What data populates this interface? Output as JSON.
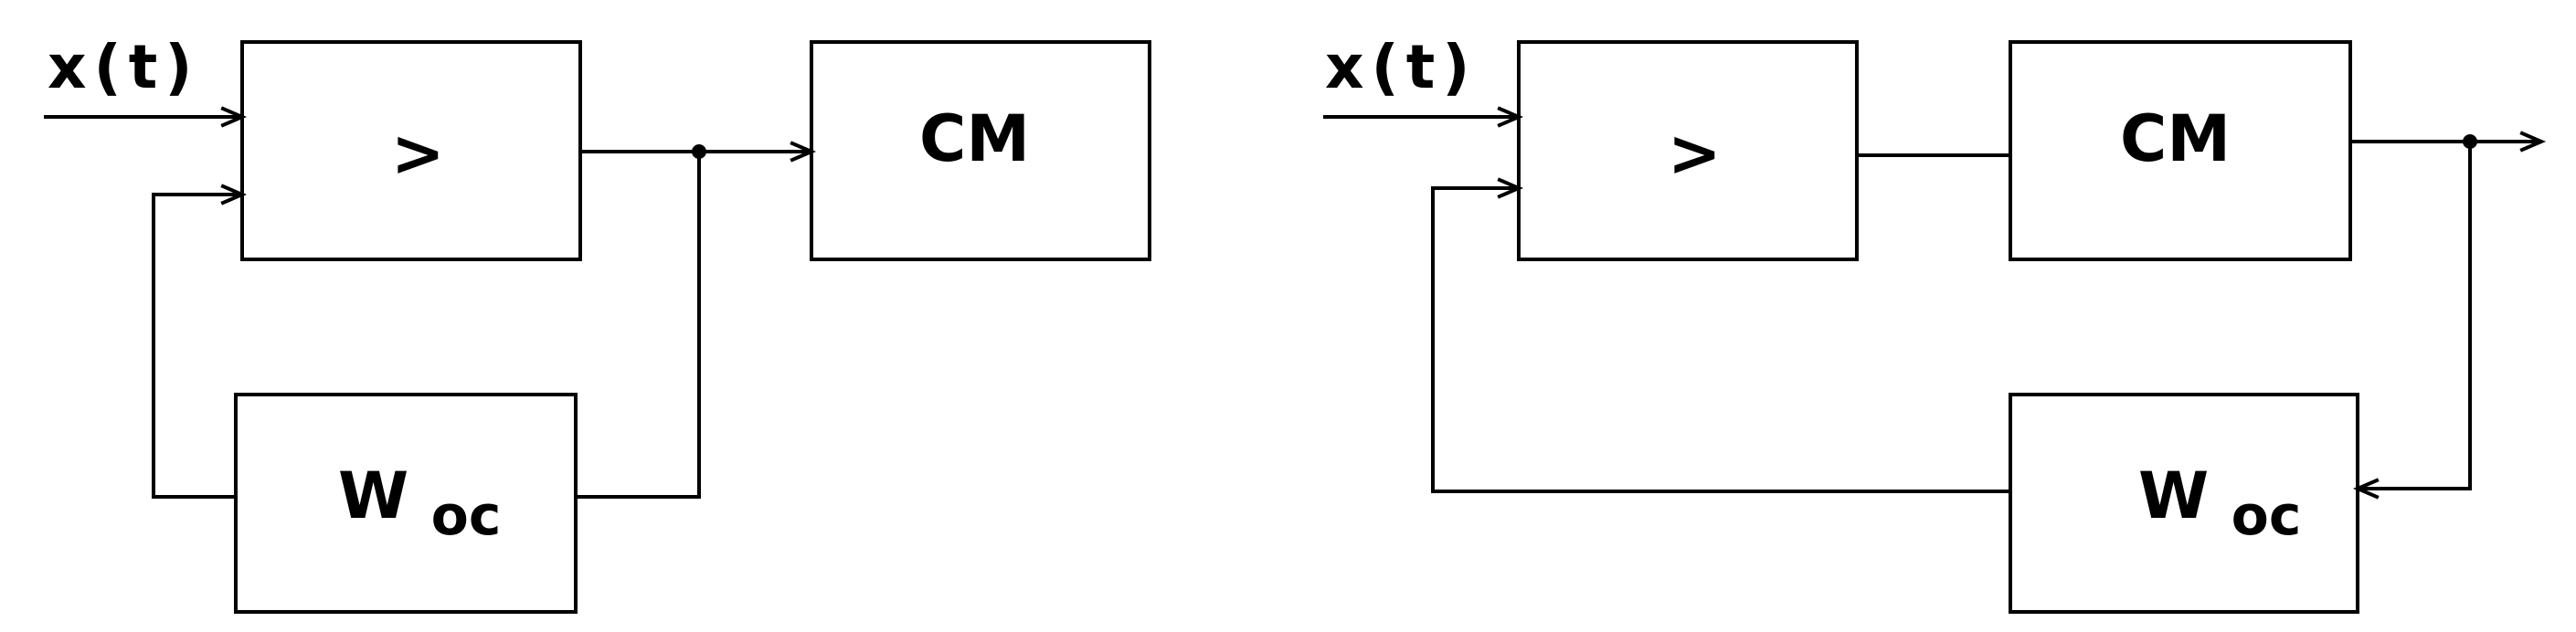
{
  "diagrams": [
    {
      "input_label": "x(t)",
      "comparator_symbol": ">",
      "block_cm": "CM",
      "feedback_block": {
        "main": "W",
        "subscript": "oc"
      }
    },
    {
      "input_label": "x(t)",
      "comparator_symbol": ">",
      "block_cm": "CM",
      "feedback_block": {
        "main": "W",
        "subscript": "oc"
      }
    }
  ]
}
